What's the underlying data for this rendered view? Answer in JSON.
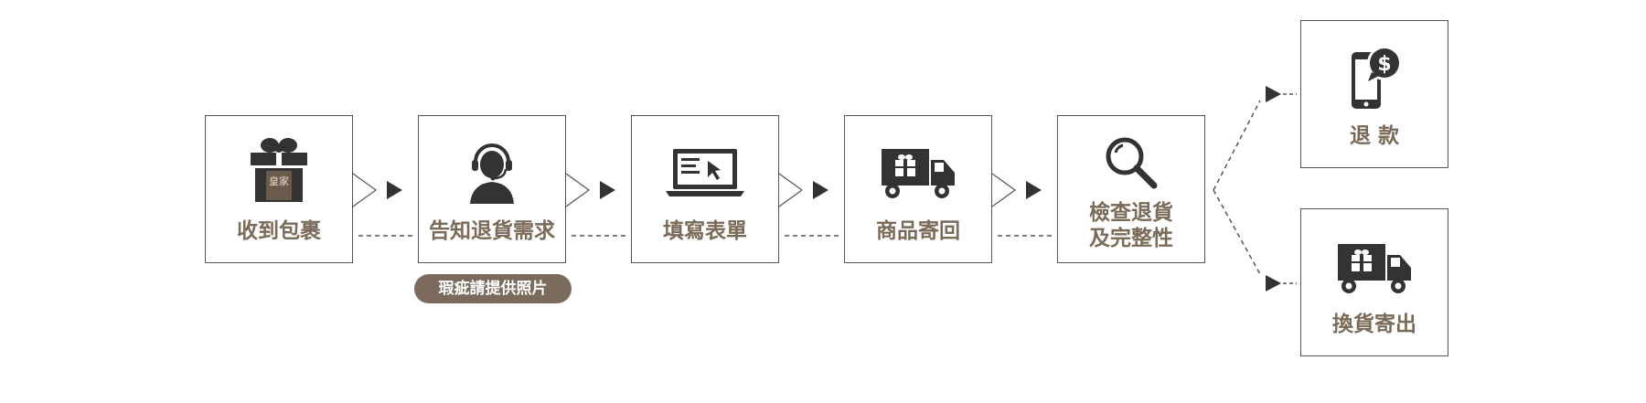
{
  "colors": {
    "label": "#7a6a58",
    "icon": "#333333",
    "pill": "#7a6b5c",
    "border": "#555555"
  },
  "steps": [
    {
      "label": "收到包裹",
      "icon": "gift-box-icon",
      "logo_text": "皇家"
    },
    {
      "label": "告知退貨需求",
      "icon": "headset-agent-icon"
    },
    {
      "label": "填寫表單",
      "icon": "laptop-form-icon"
    },
    {
      "label": "商品寄回",
      "icon": "delivery-truck-icon"
    },
    {
      "label_line1": "檢查退貨",
      "label_line2": "及完整性",
      "icon": "magnifier-icon"
    }
  ],
  "note": "瑕疵請提供照片",
  "outcomes": [
    {
      "label": "退 款",
      "icon": "phone-dollar-icon"
    },
    {
      "label": "換貨寄出",
      "icon": "delivery-truck-icon"
    }
  ]
}
